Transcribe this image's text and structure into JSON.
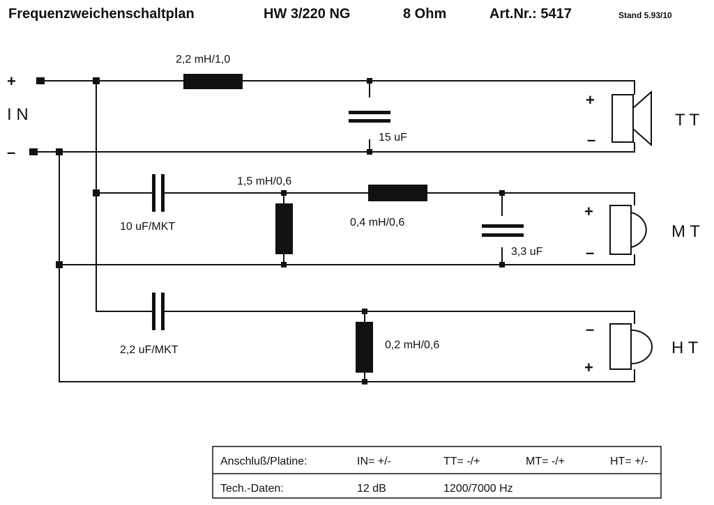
{
  "header": {
    "title": "Frequenzweichenschaltplan",
    "model": "HW 3/220 NG",
    "impedance": "8 Ohm",
    "article": "Art.Nr.: 5417",
    "revision": "Stand 5.93/10"
  },
  "input": {
    "label": "I N",
    "plus": "+",
    "minus": "–"
  },
  "components": {
    "l1": "2,2 mH/1,0",
    "c1": "15 uF",
    "c2": "10 uF/MKT",
    "l2": "1,5 mH/0,6",
    "l3": "0,4 mH/0,6",
    "c3": "3,3 uF",
    "c4": "2,2 uF/MKT",
    "l4": "0,2 mH/0,6"
  },
  "speakers": {
    "tt": {
      "label": "T T",
      "top": "+",
      "bottom": "–"
    },
    "mt": {
      "label": "M T",
      "top": "+",
      "bottom": "–"
    },
    "ht": {
      "label": "H T",
      "top": "–",
      "bottom": "+"
    }
  },
  "table": {
    "row1": {
      "label": "Anschluß/Platine:",
      "in": "IN= +/-",
      "tt": "TT= -/+",
      "mt": "MT= -/+",
      "ht": "HT= +/-"
    },
    "row2": {
      "label": "Tech.-Daten:",
      "slope": "12 dB",
      "freq": "1200/7000 Hz"
    }
  }
}
